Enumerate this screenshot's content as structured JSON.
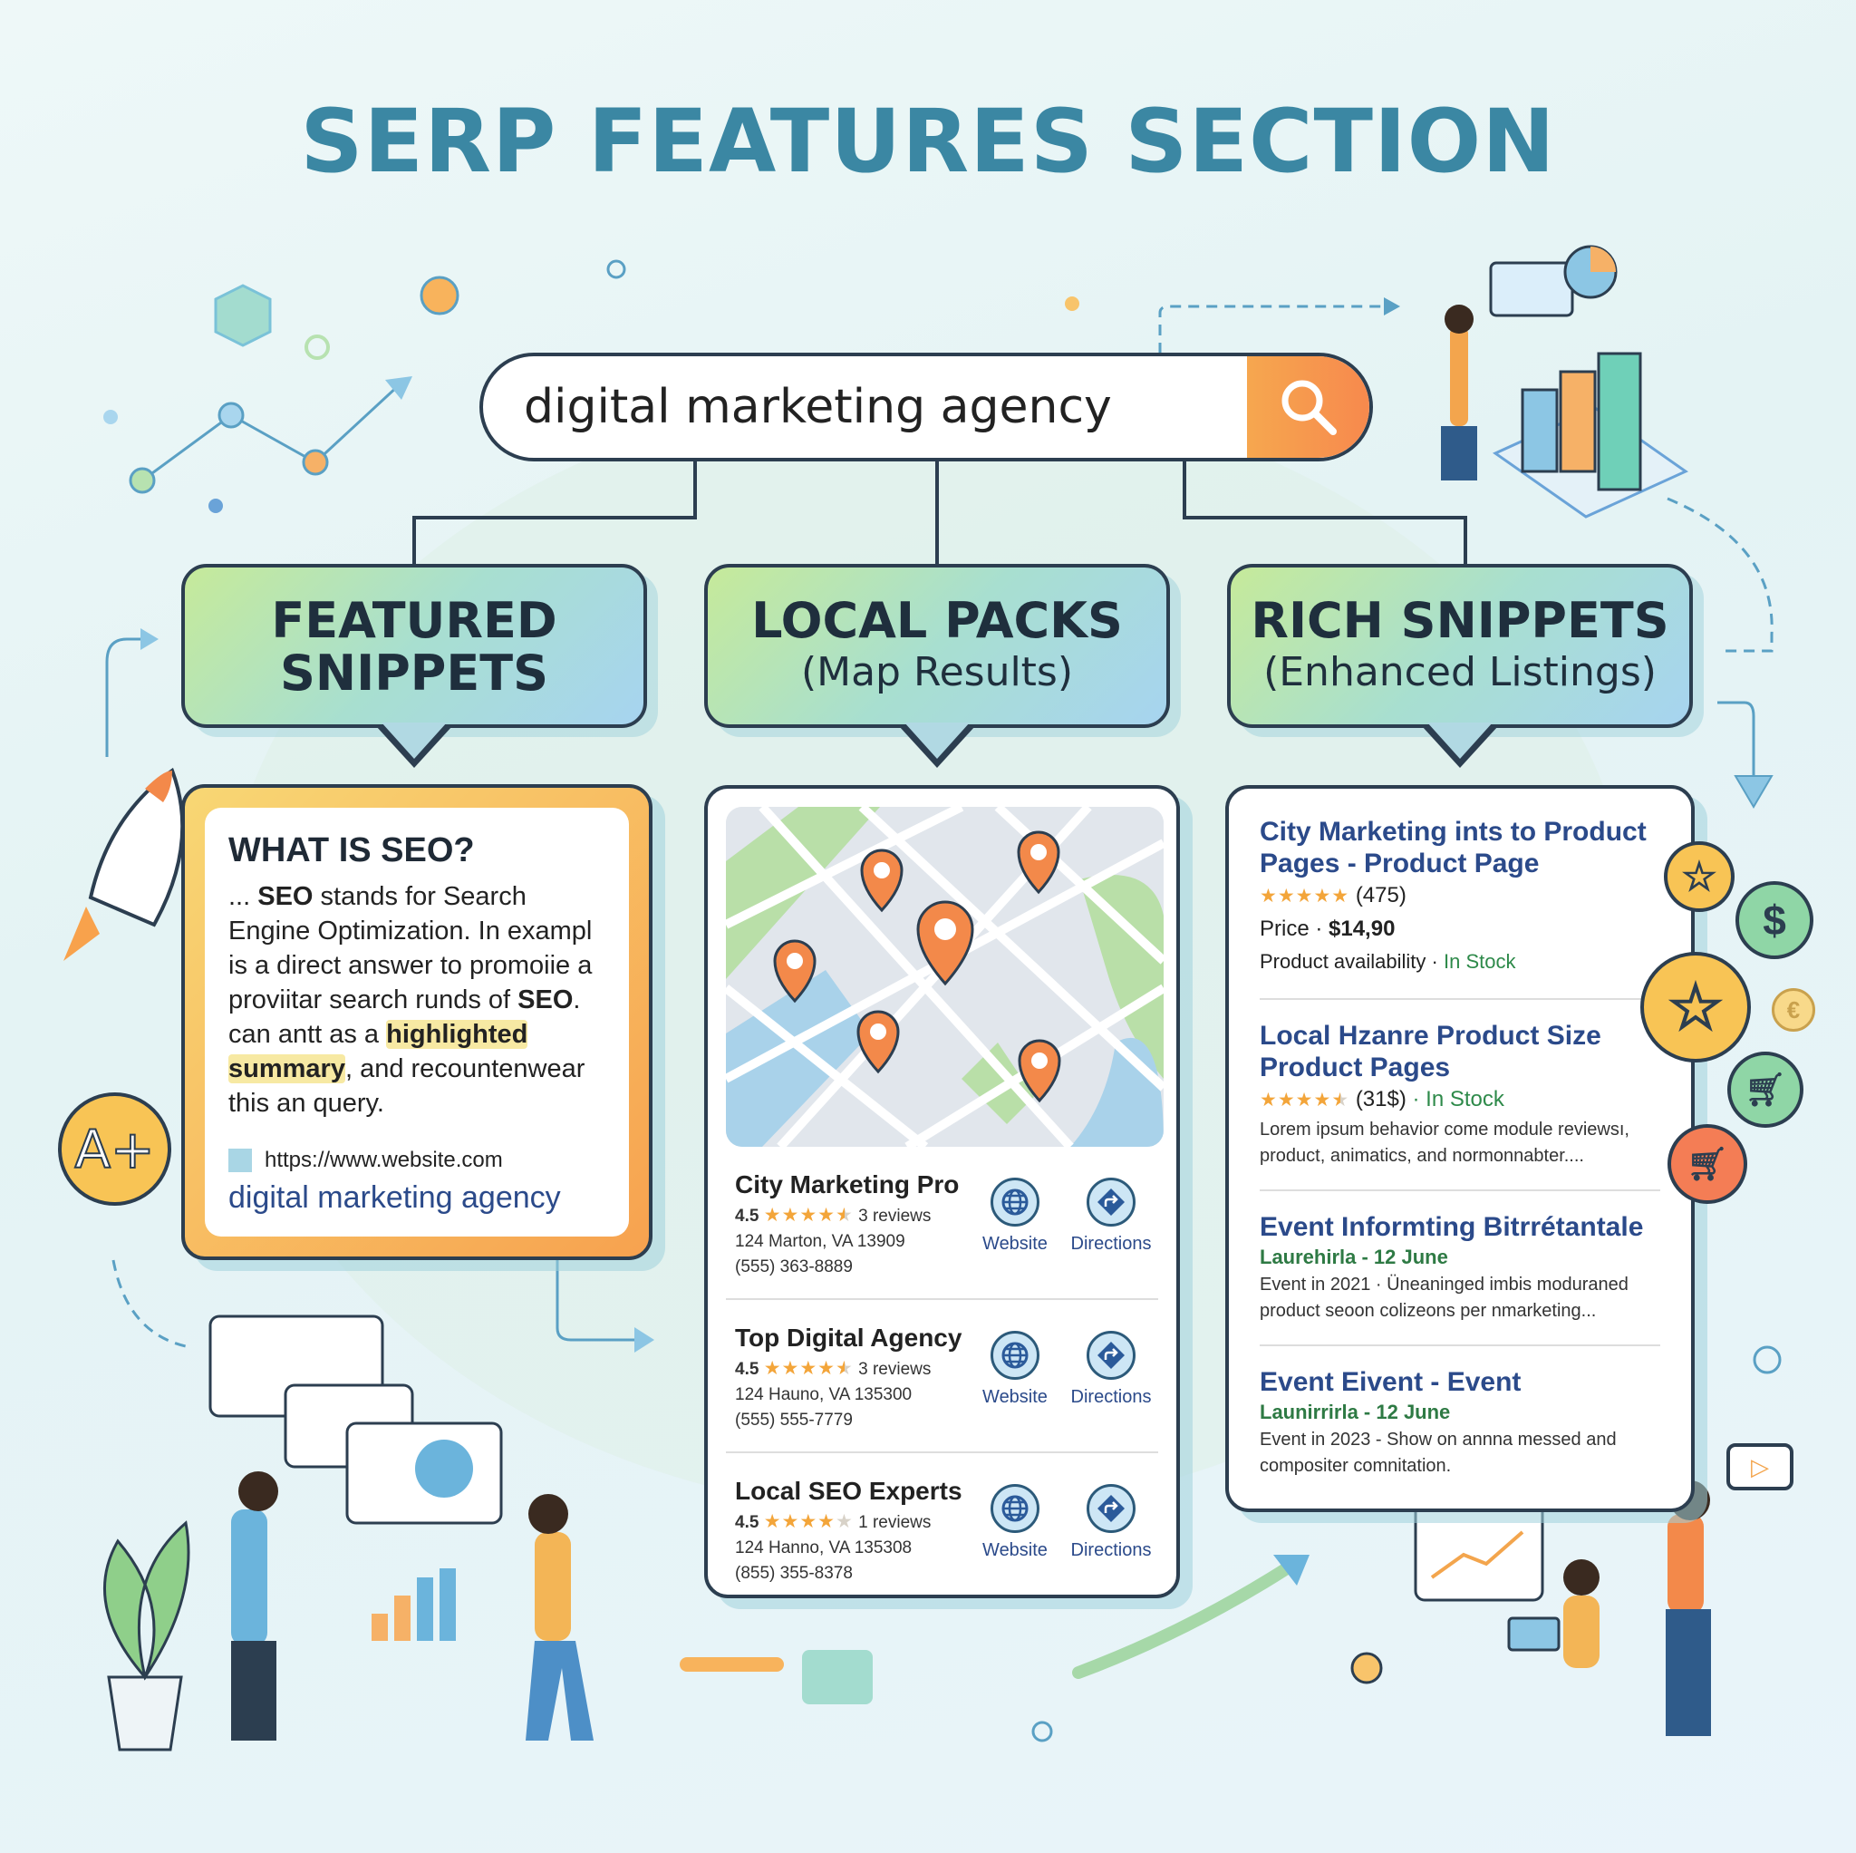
{
  "title": "SERP FEATURES SECTION",
  "search": {
    "query": "digital marketing agency"
  },
  "categories": [
    {
      "heading": "FEATURED SNIPPETS",
      "line1": "FEATURED",
      "line2": "SNIPPETS"
    },
    {
      "heading": "LOCAL PACKS",
      "sub": "(Map Results)"
    },
    {
      "heading": "RICH SNIPPETS",
      "sub": "(Enhanced Listings)"
    }
  ],
  "featured": {
    "title": "WHAT IS SEO?",
    "p1": "... ",
    "b1": "SEO",
    "p2": " stands for Search Engine Optimization. In exampl is a direct answer to promoiie a proviitar search runds of ",
    "b2": "SEO",
    "p3": ". can antt as a ",
    "h1": "highlighted",
    "h2": "summary",
    "p4": ", and recountenwear this an query.",
    "url": "https://www.website.com",
    "link": "digital marketing agency"
  },
  "local": {
    "listings": [
      {
        "name": "City Marketing Pro",
        "rating": "4.5",
        "stars": 4.5,
        "reviews": "3 reviews",
        "address": "124 Marton, VA  13909",
        "phone": "(555) 363-8889",
        "website": "Website",
        "directions": "Directions"
      },
      {
        "name": "Top Digital Agency",
        "rating": "4.5",
        "stars": 4.5,
        "reviews": "3 reviews",
        "address": "124 Hauno, VA 135300",
        "phone": "(555) 555-7779",
        "website": "Website",
        "directions": "Directions"
      },
      {
        "name": "Local SEO Experts",
        "rating": "4.5",
        "stars": 4,
        "reviews": "1 reviews",
        "address": "124 Hanno, VA 135308",
        "phone": "(855) 355-8378",
        "website": "Website",
        "directions": "Directions"
      }
    ]
  },
  "rich": {
    "items": [
      {
        "title": "City Marketing ints to Product Pages - Product Page",
        "stars": 5,
        "count": "(475)",
        "price_label": "Price · ",
        "price": "$14,90",
        "avail_label": "Product availability · ",
        "avail": "In Stock"
      },
      {
        "title": "Local Hzanre Product Size Product Pages",
        "stars": 4.5,
        "count": "(31$)",
        "avail": " · In Stock",
        "desc": "Lorem ipsum behavior come module reviewsı, product, animatics, and normonnabter...."
      },
      {
        "title": "Event Informting Bitrrétantale",
        "date": "Laurehirla - 12 June",
        "desc": "Event in 2021 · Ünеaninged imbis moduraned product seoon colizeons per nmarketing..."
      },
      {
        "title": "Event Eivent - Event",
        "date": "Launirrirla - 12 June",
        "desc": "Event in 2023 - Show on annna messed and compositer comnitation."
      }
    ]
  },
  "badges": {
    "grade": "A+",
    "dollar": "$",
    "euro": "€"
  },
  "colors": {
    "title": "#3b87a3",
    "orange": "#f7894d",
    "navy": "#2c3e50",
    "link": "#2b4a8a",
    "green": "#2e8a4a",
    "star": "#f3a53a"
  }
}
